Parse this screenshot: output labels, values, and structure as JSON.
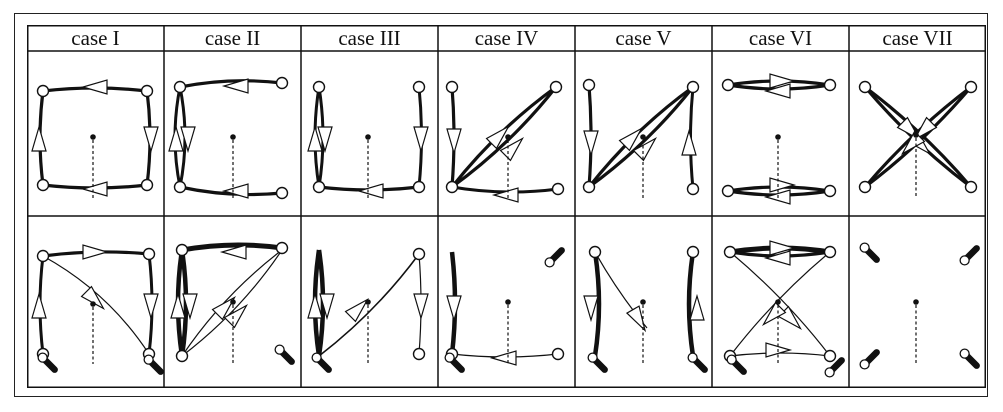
{
  "columns": [
    {
      "label": "case I"
    },
    {
      "label": "case II"
    },
    {
      "label": "case III"
    },
    {
      "label": "case IV"
    },
    {
      "label": "case V"
    },
    {
      "label": "case VI"
    },
    {
      "label": "case VII"
    }
  ]
}
